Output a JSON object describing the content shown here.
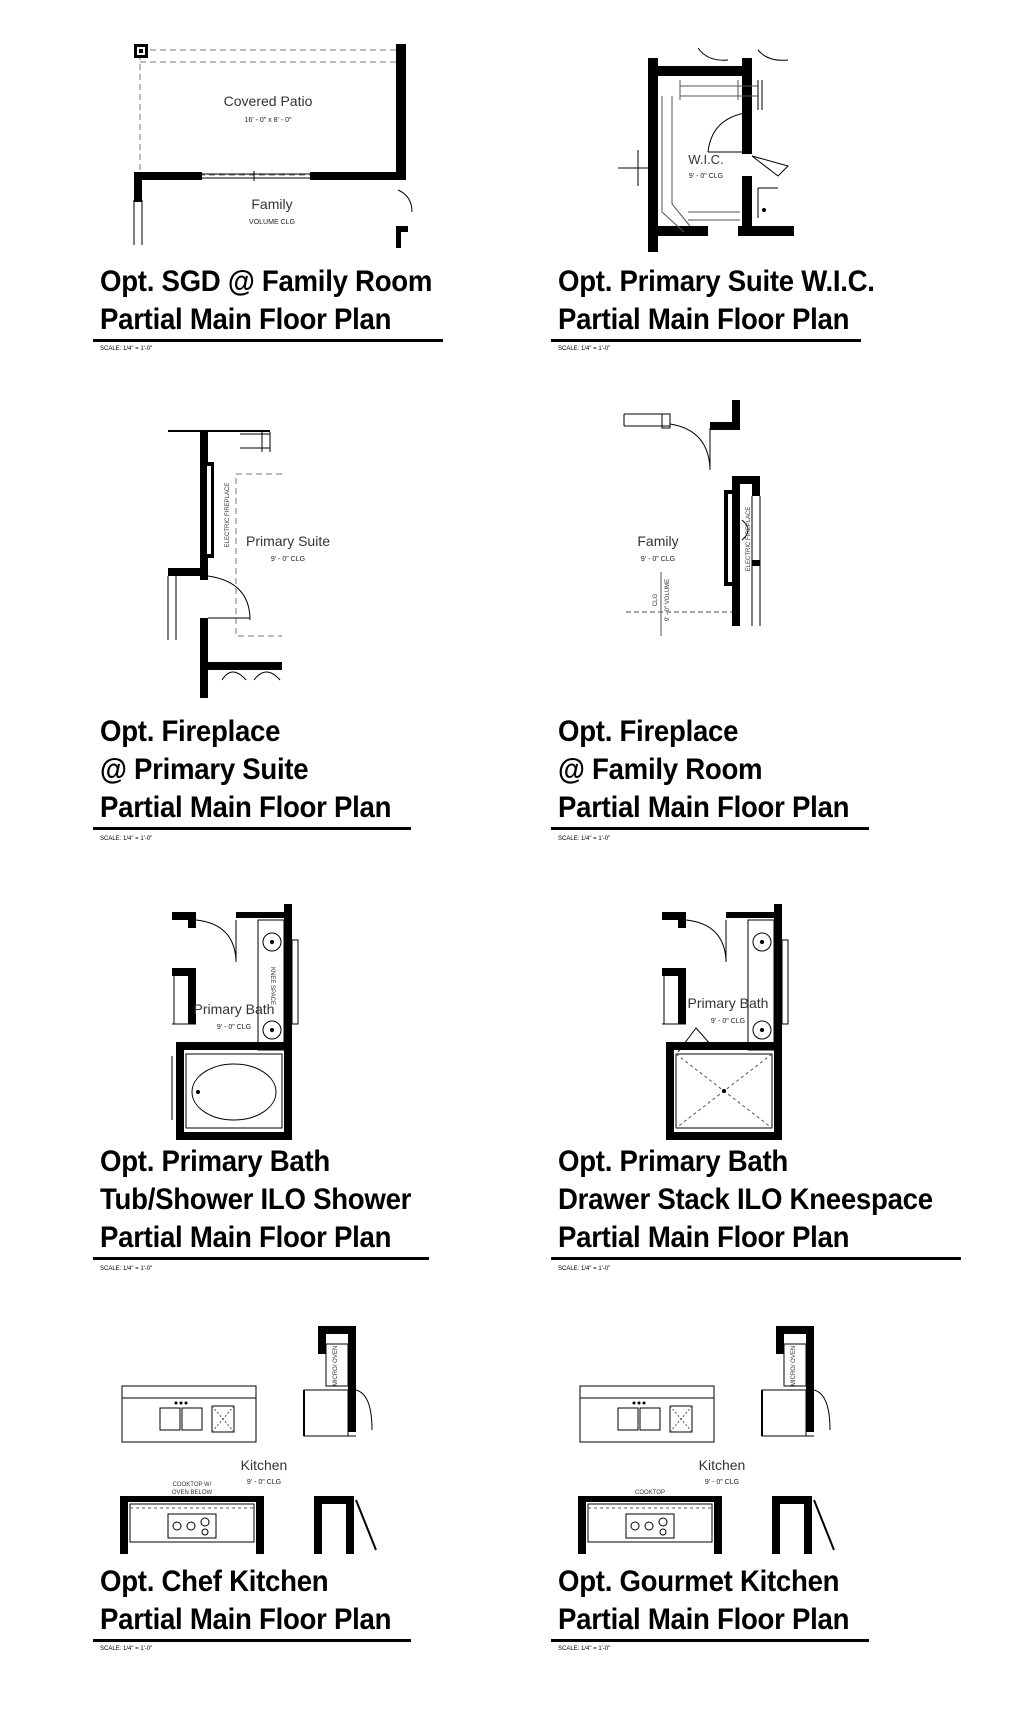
{
  "scale_text": "SCALE: 1/4\" = 1'-0\"",
  "panels": [
    {
      "title_lines": [
        "Opt. SGD @ Family Room",
        "Partial Main Floor Plan"
      ],
      "labels": {
        "room1": "Covered Patio",
        "dim1": "16' - 0\" x 8' - 0\"",
        "room2": "Family",
        "clg2": "VOLUME CLG"
      }
    },
    {
      "title_lines": [
        "Opt. Primary Suite W.I.C.",
        "Partial Main Floor Plan"
      ],
      "labels": {
        "room1": "W.I.C.",
        "clg1": "9' - 0\" CLG"
      }
    },
    {
      "title_lines": [
        "Opt. Fireplace",
        "@ Primary Suite",
        "Partial Main Floor Plan"
      ],
      "labels": {
        "room1": "Primary Suite",
        "clg1": "9' - 0\" CLG",
        "feature": "ELECTRIC FIREPLACE"
      }
    },
    {
      "title_lines": [
        "Opt. Fireplace",
        "@ Family Room",
        "Partial Main Floor Plan"
      ],
      "labels": {
        "room1": "Family",
        "clg1": "9' - 0\" CLG",
        "feature": "ELECTRIC FIREPLACE",
        "clg_a": "CLG",
        "clg_b": "9' - 0\" VOLUME"
      }
    },
    {
      "title_lines": [
        "Opt. Primary Bath",
        "Tub/Shower ILO Shower",
        "Partial Main Floor Plan"
      ],
      "labels": {
        "room1": "Primary Bath",
        "clg1": "9' - 0\" CLG",
        "feature": "KNEE SPACE"
      }
    },
    {
      "title_lines": [
        "Opt. Primary Bath",
        "Drawer Stack ILO Kneespace",
        "Partial Main Floor Plan"
      ],
      "labels": {
        "room1": "Primary Bath",
        "clg1": "9' - 0\" CLG"
      }
    },
    {
      "title_lines": [
        "Opt. Chef Kitchen",
        "Partial Main Floor Plan"
      ],
      "labels": {
        "room1": "Kitchen",
        "clg1": "9' - 0\" CLG",
        "feature": "COOKTOP W/",
        "feature2": "OVEN BELOW",
        "micro": "MICRO/ OVEN"
      }
    },
    {
      "title_lines": [
        "Opt. Gourmet Kitchen",
        "Partial Main Floor Plan"
      ],
      "labels": {
        "room1": "Kitchen",
        "clg1": "9' - 0\" CLG",
        "feature": "COOKTOP",
        "micro": "MICRO/ OVEN"
      }
    }
  ]
}
